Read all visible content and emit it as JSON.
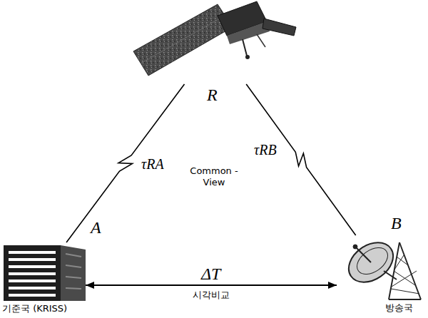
{
  "diagram": {
    "nodes": [
      {
        "text": [
          "R"
        ]
      },
      {
        "text": [
          "A",
          "기준국 (KRISS)"
        ]
      },
      {
        "text": [
          "B",
          "방송국"
        ]
      }
    ],
    "edges": [
      {
        "from": 0,
        "to": 1,
        "label": "τRA",
        "arrow": "none"
      },
      {
        "from": 0,
        "to": 2,
        "label": "τRB",
        "arrow": "none"
      },
      {
        "from": 1,
        "to": 2,
        "label": "ΔT",
        "arrow": "both"
      }
    ],
    "labels": [
      "Common -View",
      "시각비교"
    ]
  }
}
